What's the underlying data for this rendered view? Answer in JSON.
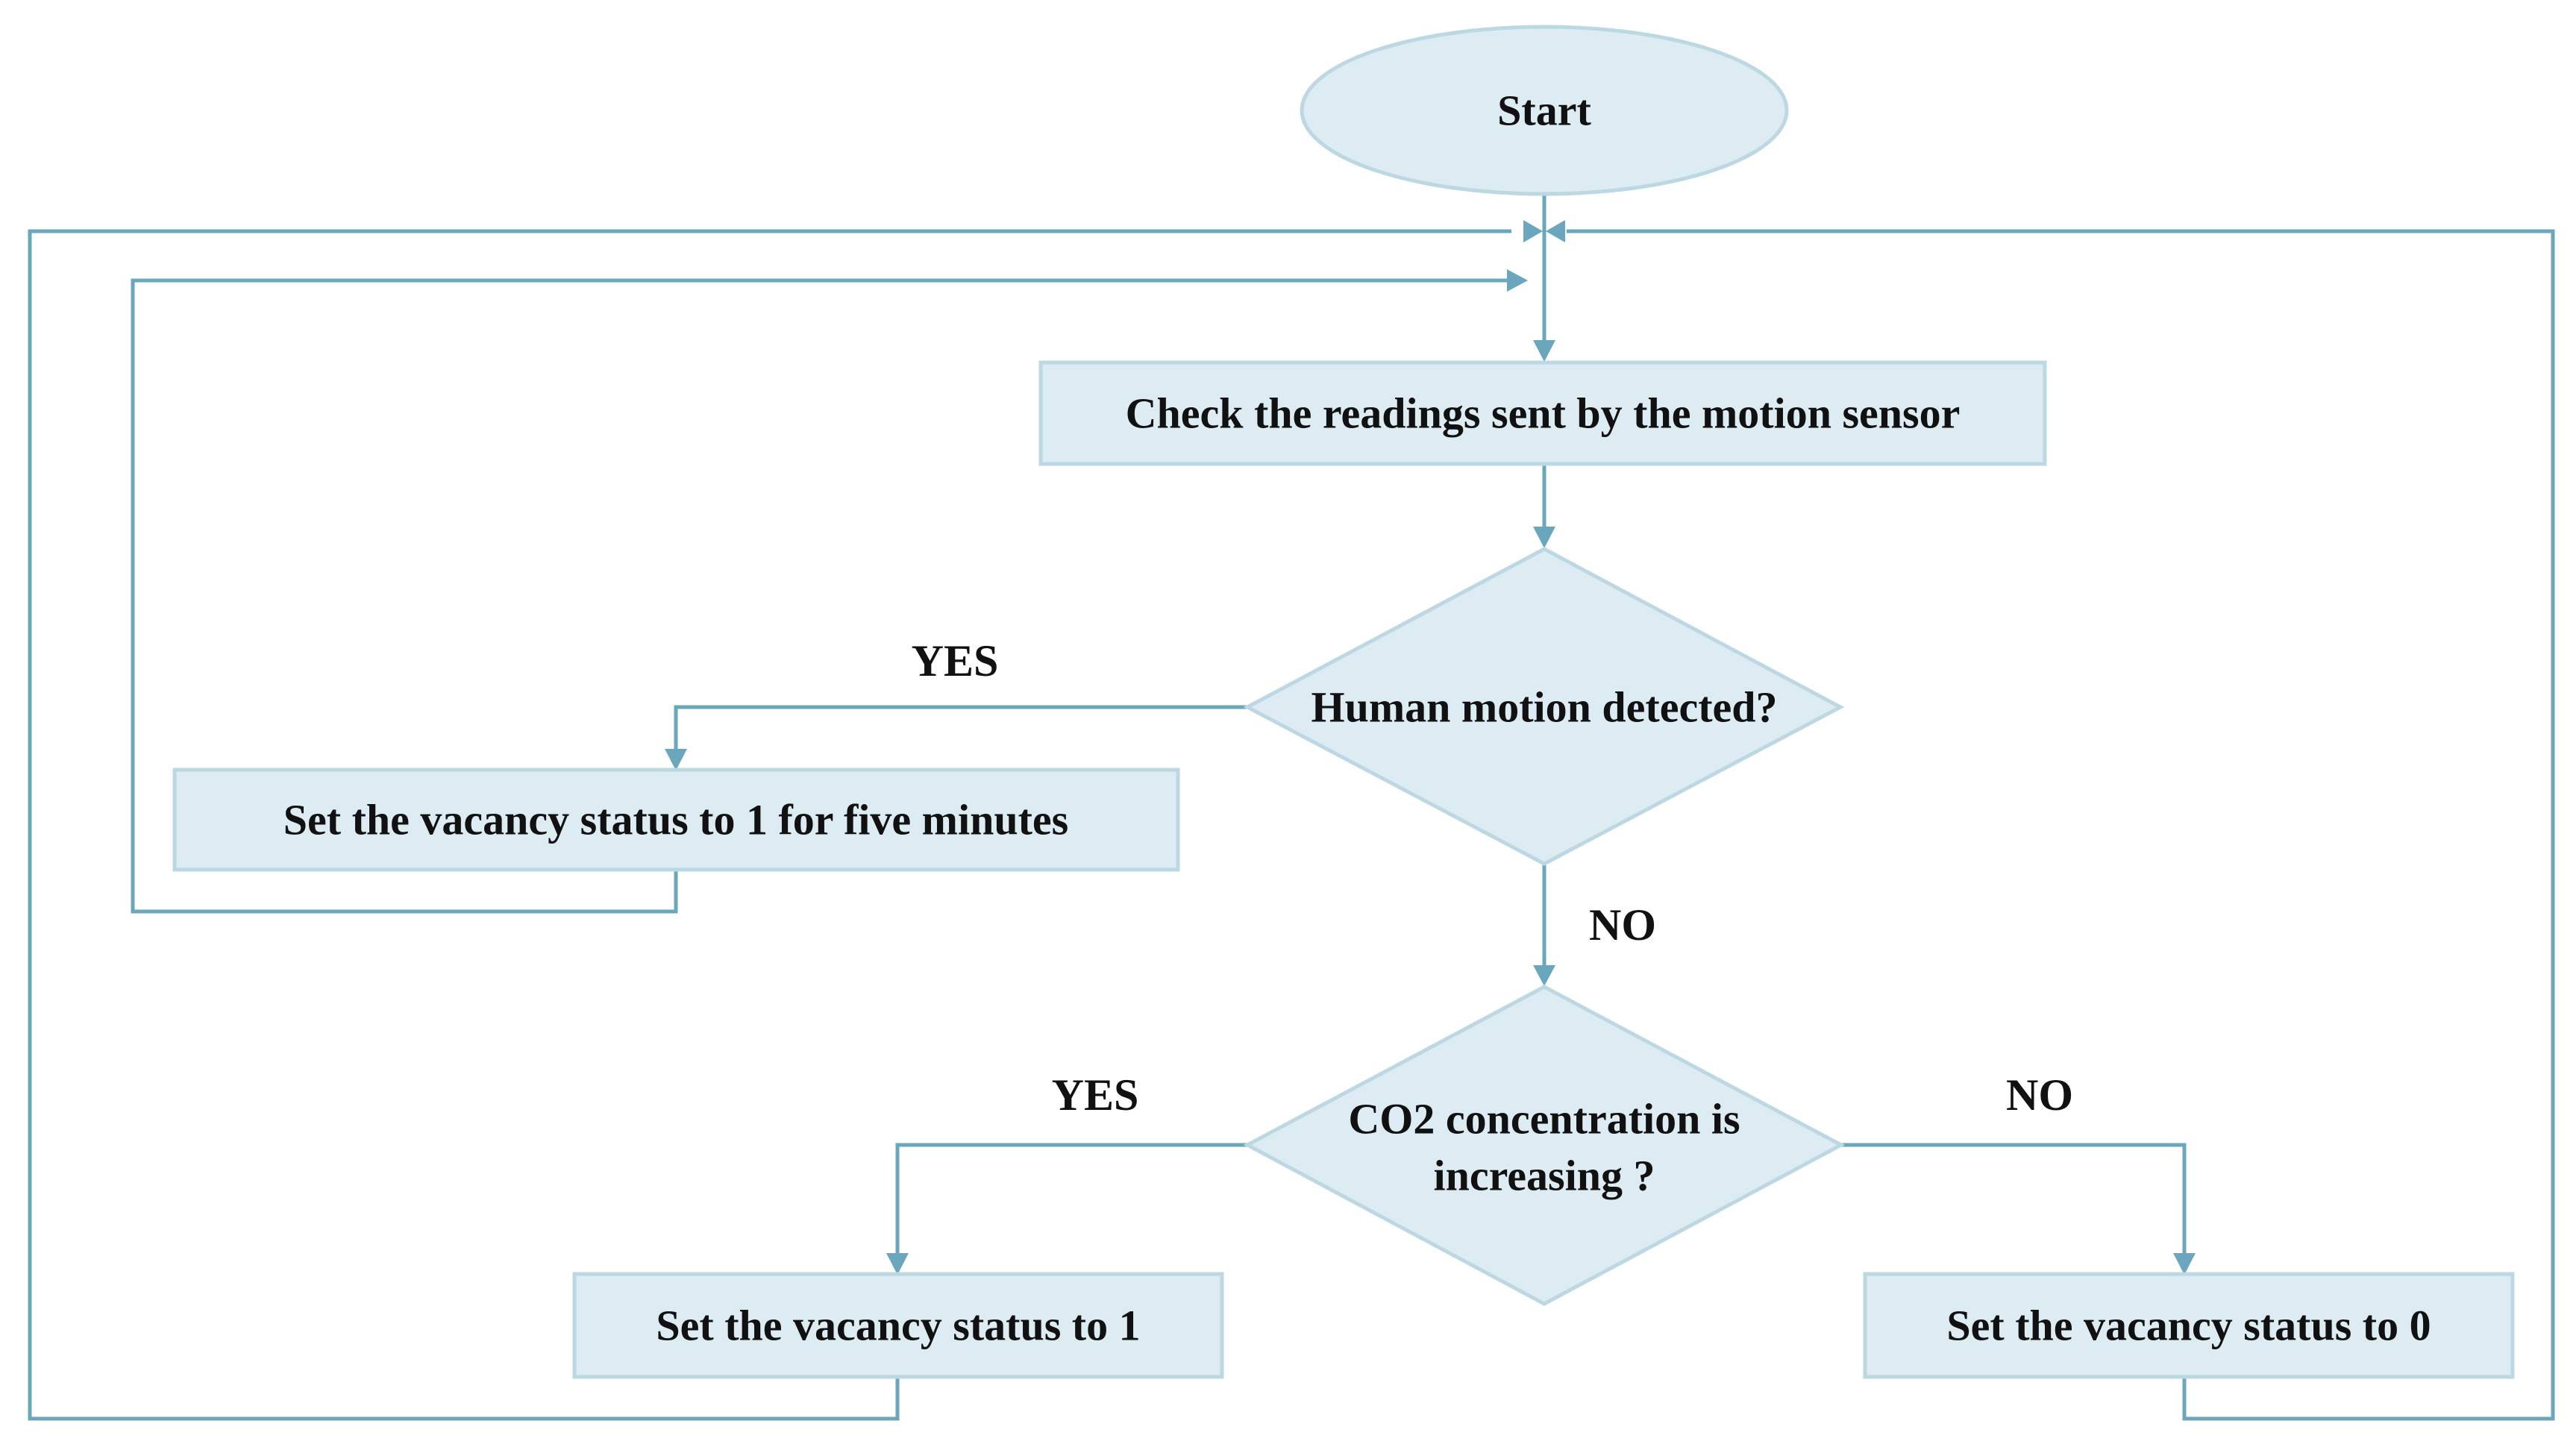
{
  "nodes": {
    "start": {
      "label": "Start"
    },
    "check_sensor": {
      "label": "Check the readings sent by the motion sensor"
    },
    "motion_decision": {
      "label": "Human motion detected?"
    },
    "set_status_five_minutes": {
      "label": "Set the vacancy status to 1 for five minutes"
    },
    "co2_decision": {
      "line1": "CO2 concentration is",
      "line2": "increasing ?"
    },
    "set_status_1": {
      "label": "Set the vacancy status to 1"
    },
    "set_status_0": {
      "label": "Set the vacancy status to 0"
    }
  },
  "branch_labels": {
    "motion_yes": "YES",
    "motion_no": "NO",
    "co2_yes": "YES",
    "co2_no": "NO"
  },
  "colors": {
    "node_fill": "#ddebf2",
    "node_stroke": "#bcd8e3",
    "connector": "#6aa7bd",
    "text": "#111111"
  }
}
